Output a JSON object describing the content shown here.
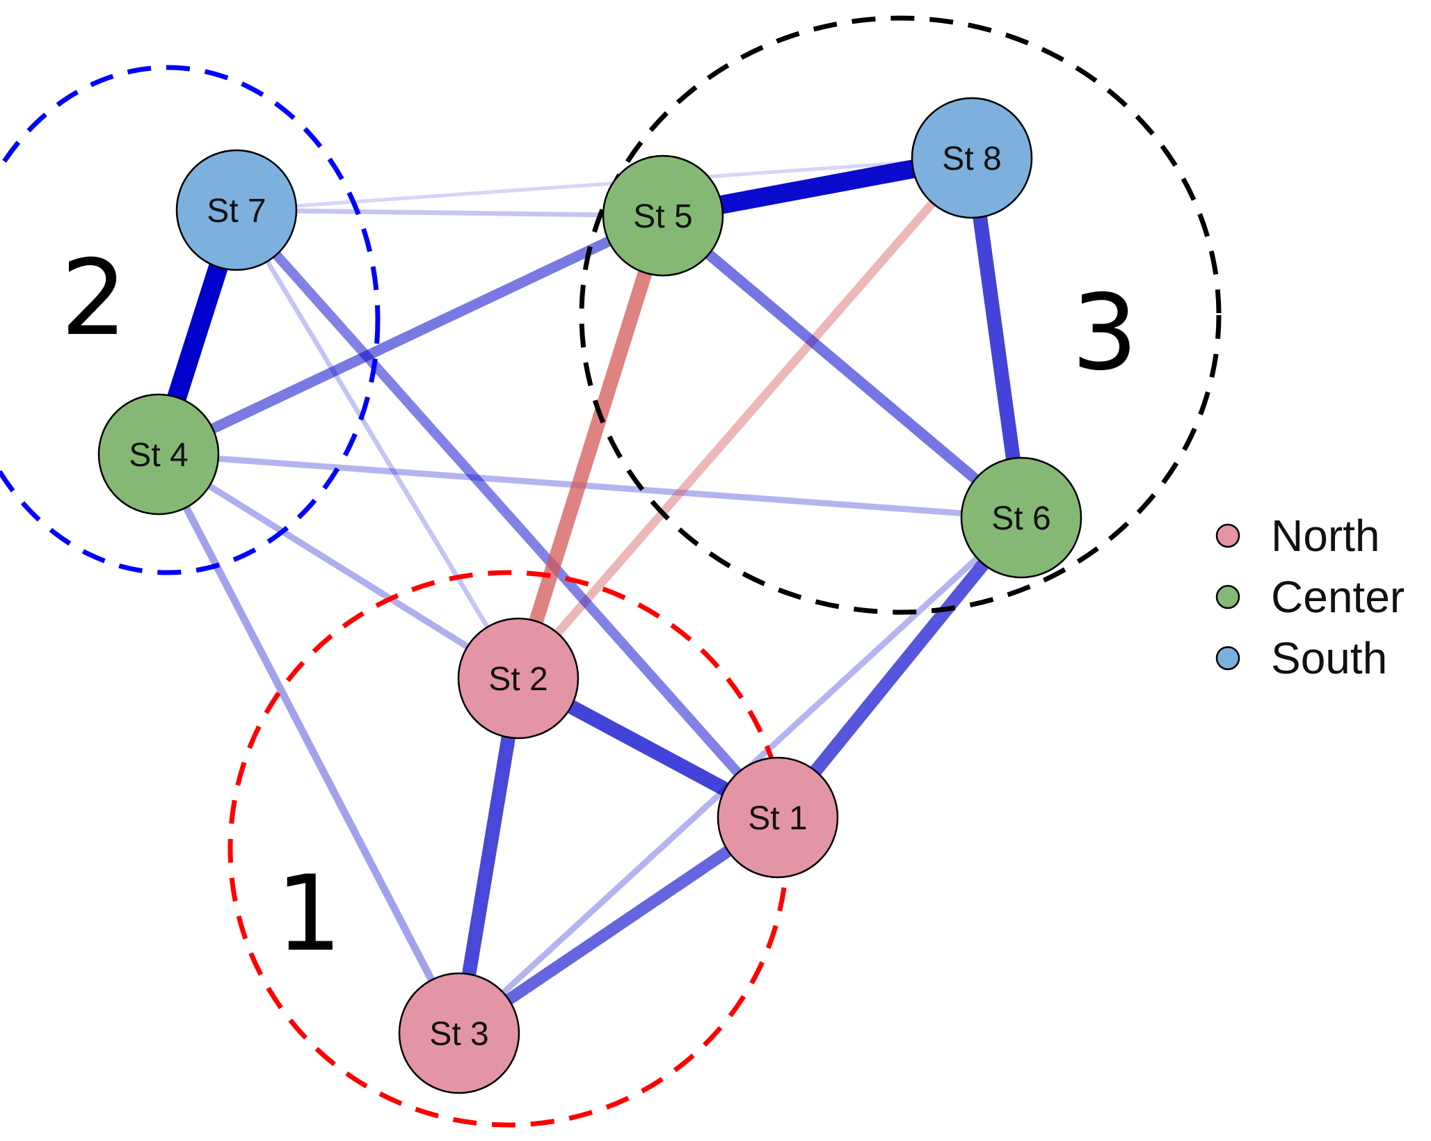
{
  "colors": {
    "north": "#e495a5",
    "center": "#86b875",
    "south": "#7db0dd",
    "positive_edge": "#0000cc",
    "negative_edge": "#d45656",
    "cluster_1": "#ff0000",
    "cluster_2": "#0000ff",
    "cluster_3": "#000000"
  },
  "nodes": [
    {
      "id": "st1",
      "label": "St 1",
      "region": "north"
    },
    {
      "id": "st2",
      "label": "St 2",
      "region": "north"
    },
    {
      "id": "st3",
      "label": "St 3",
      "region": "north"
    },
    {
      "id": "st4",
      "label": "St 4",
      "region": "center"
    },
    {
      "id": "st5",
      "label": "St 5",
      "region": "center"
    },
    {
      "id": "st6",
      "label": "St 6",
      "region": "center"
    },
    {
      "id": "st7",
      "label": "St 7",
      "region": "south"
    },
    {
      "id": "st8",
      "label": "St 8",
      "region": "south"
    }
  ],
  "edges": [
    {
      "source": "st7",
      "target": "st4",
      "sign": "positive",
      "strength": 1.0
    },
    {
      "source": "st5",
      "target": "st8",
      "sign": "positive",
      "strength": 0.95
    },
    {
      "source": "st8",
      "target": "st6",
      "sign": "positive",
      "strength": 0.7
    },
    {
      "source": "st2",
      "target": "st1",
      "sign": "positive",
      "strength": 0.7
    },
    {
      "source": "st2",
      "target": "st3",
      "sign": "positive",
      "strength": 0.68
    },
    {
      "source": "st6",
      "target": "st1",
      "sign": "positive",
      "strength": 0.62
    },
    {
      "source": "st1",
      "target": "st3",
      "sign": "positive",
      "strength": 0.55
    },
    {
      "source": "st5",
      "target": "st6",
      "sign": "positive",
      "strength": 0.48
    },
    {
      "source": "st4",
      "target": "st5",
      "sign": "positive",
      "strength": 0.46
    },
    {
      "source": "st7",
      "target": "st1",
      "sign": "positive",
      "strength": 0.42
    },
    {
      "source": "st4",
      "target": "st3",
      "sign": "positive",
      "strength": 0.28
    },
    {
      "source": "st4",
      "target": "st2",
      "sign": "positive",
      "strength": 0.22
    },
    {
      "source": "st4",
      "target": "st6",
      "sign": "positive",
      "strength": 0.2
    },
    {
      "source": "st6",
      "target": "st3",
      "sign": "positive",
      "strength": 0.2
    },
    {
      "source": "st7",
      "target": "st2",
      "sign": "positive",
      "strength": 0.12
    },
    {
      "source": "st7",
      "target": "st5",
      "sign": "positive",
      "strength": 0.12
    },
    {
      "source": "st7",
      "target": "st8",
      "sign": "positive",
      "strength": 0.05
    },
    {
      "source": "st5",
      "target": "st2",
      "sign": "negative",
      "strength": 0.7
    },
    {
      "source": "st8",
      "target": "st2",
      "sign": "negative",
      "strength": 0.35
    }
  ],
  "clusters": [
    {
      "id": "cluster-1",
      "label": "1",
      "color_key": "cluster_1"
    },
    {
      "id": "cluster-2",
      "label": "2",
      "color_key": "cluster_2"
    },
    {
      "id": "cluster-3",
      "label": "3",
      "color_key": "cluster_3"
    }
  ],
  "legend": [
    {
      "label": "North",
      "color_key": "north"
    },
    {
      "label": "Center",
      "color_key": "center"
    },
    {
      "label": "South",
      "color_key": "south"
    }
  ]
}
